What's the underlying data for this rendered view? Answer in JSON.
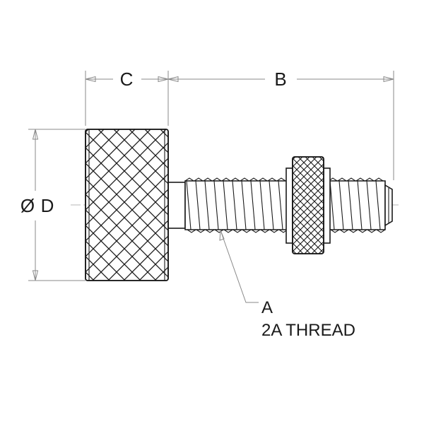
{
  "drawing": {
    "part": "knurled thumb screw",
    "dimensions": {
      "length_c": "C",
      "length_b": "B",
      "diameter_symbol": "Ø",
      "diameter_letter": "D"
    },
    "callout": {
      "letter": "A",
      "thread_spec": "2A THREAD"
    }
  }
}
